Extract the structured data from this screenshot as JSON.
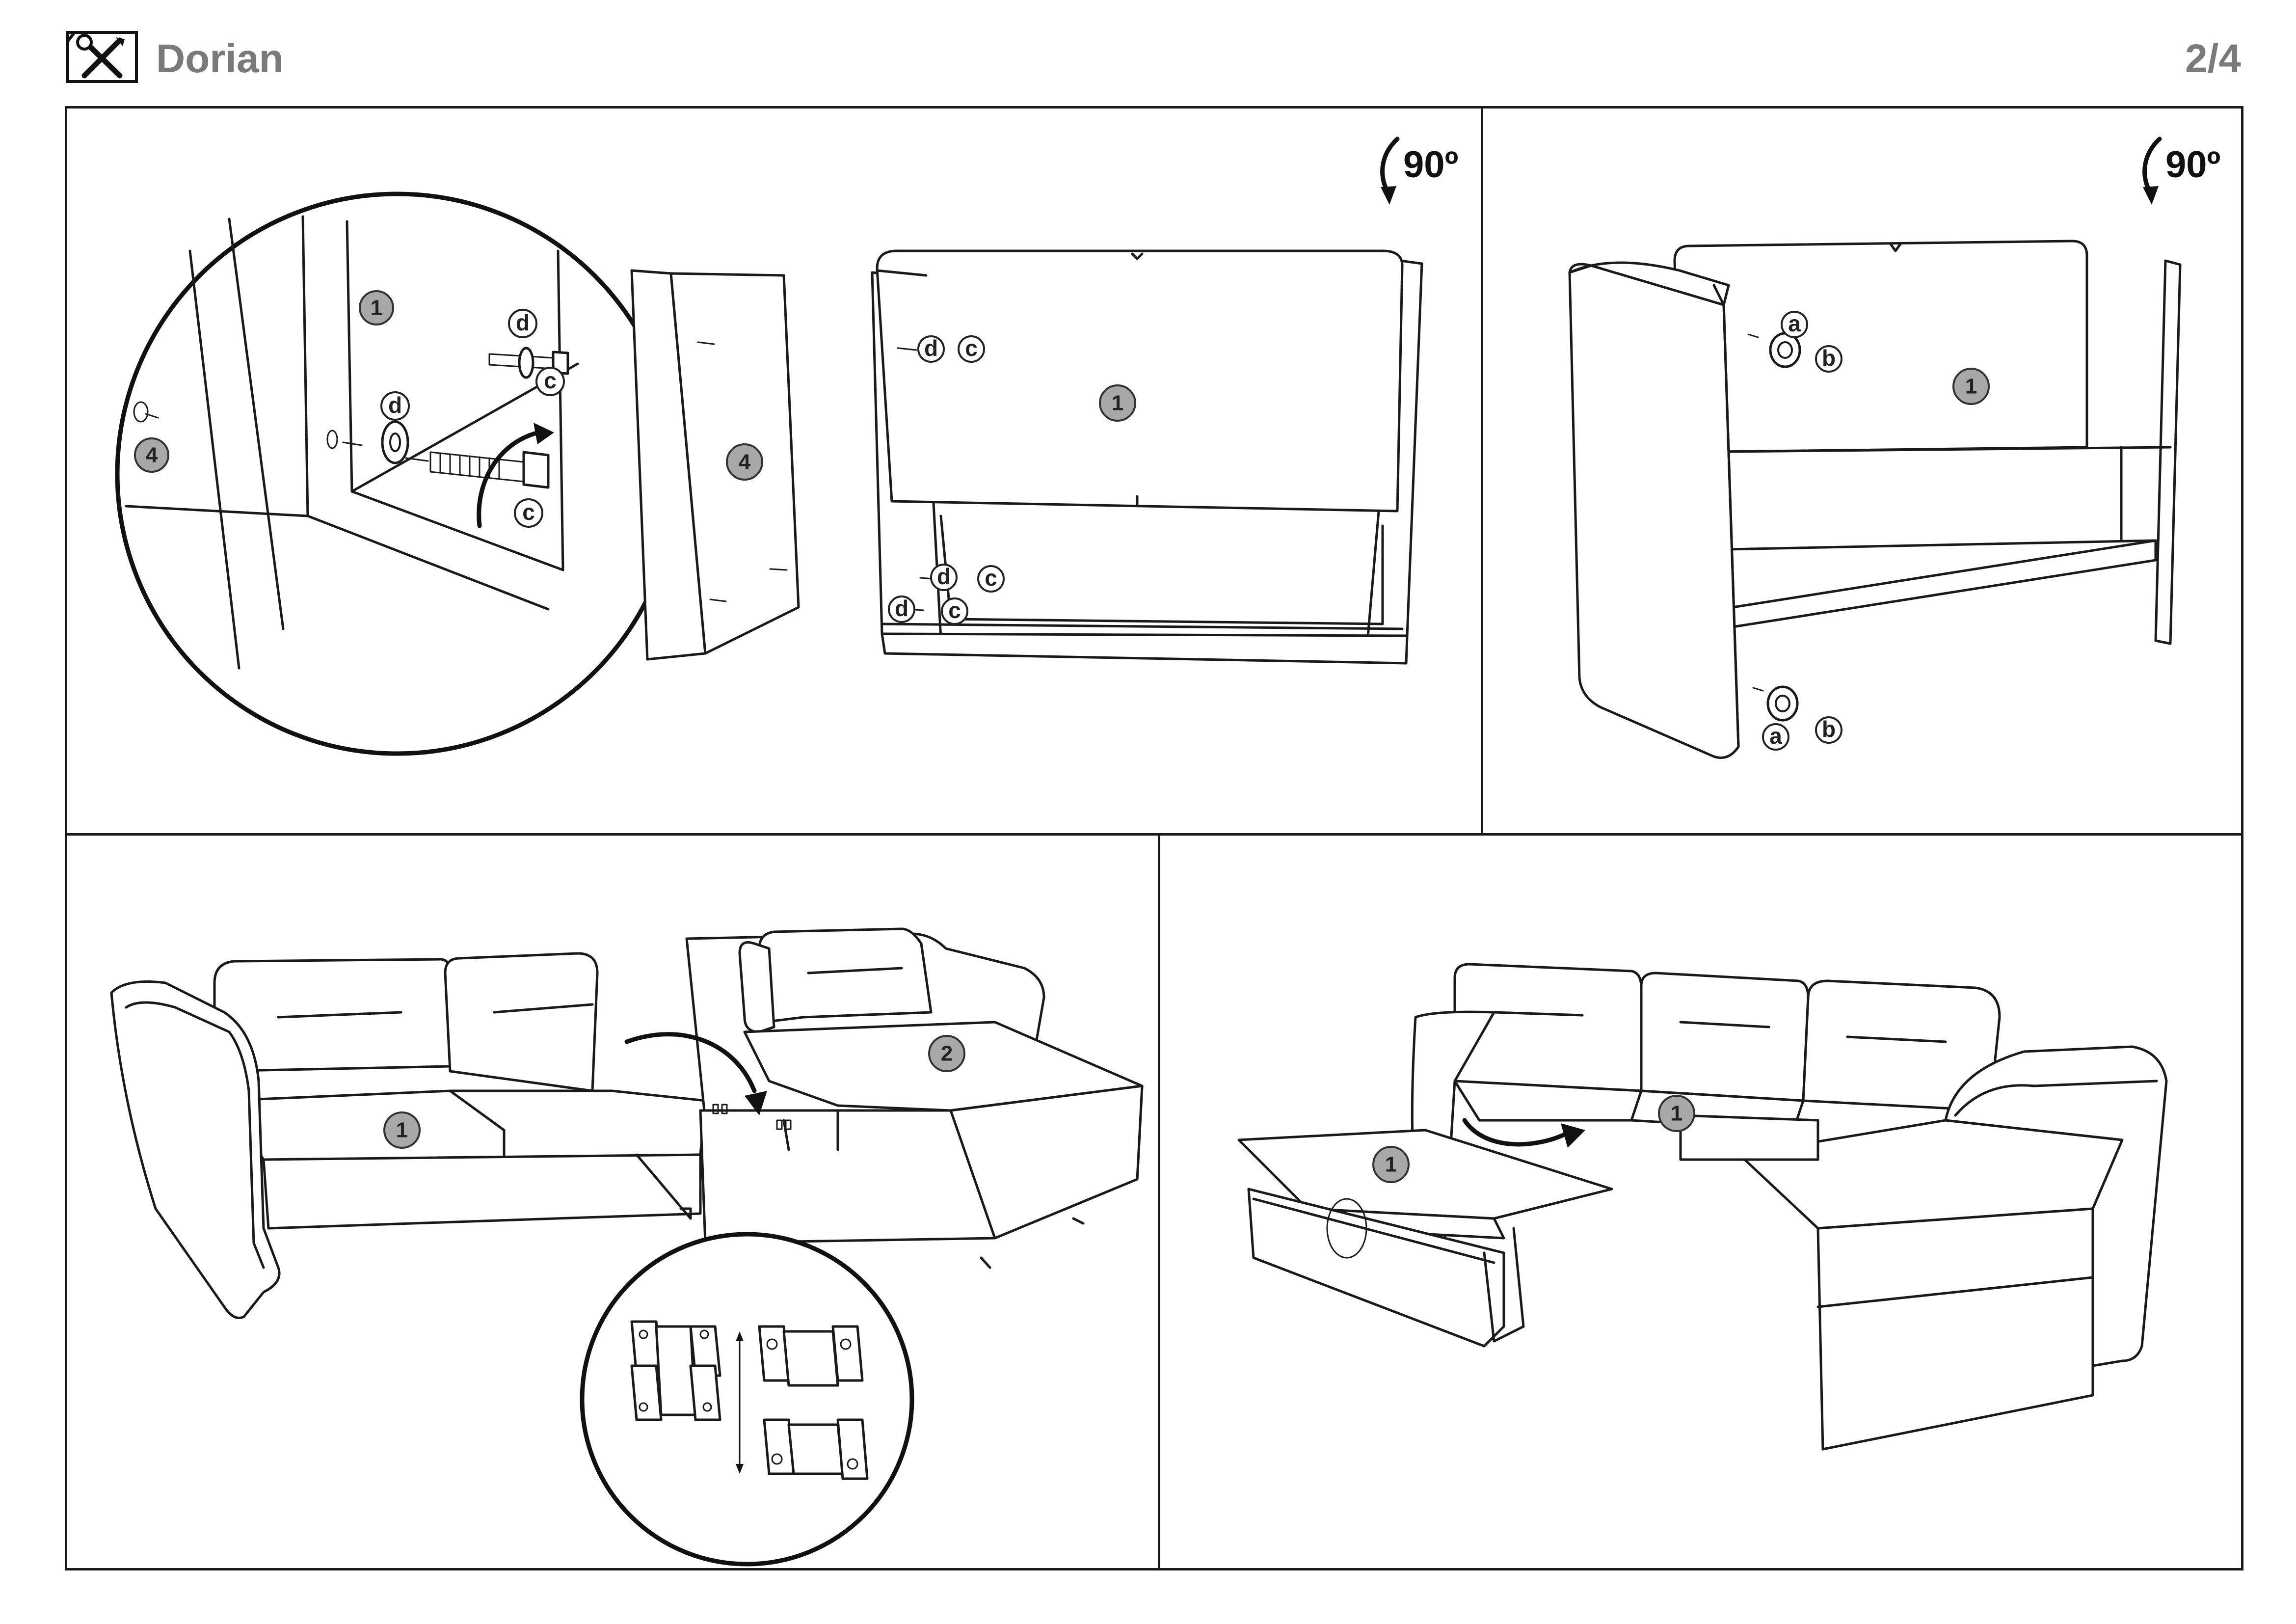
{
  "header": {
    "brand": "Dorian",
    "page": "2/4",
    "logo_icon": "tools-icon"
  },
  "step1": {
    "rotation": "90º",
    "detail_parts": [
      "1",
      "4",
      "d",
      "d",
      "c",
      "c"
    ],
    "main_parts": [
      "1",
      "4",
      "d",
      "c",
      "d",
      "c",
      "d",
      "c"
    ]
  },
  "step2": {
    "rotation": "90º",
    "parts": [
      "1",
      "a",
      "b",
      "a",
      "b"
    ]
  },
  "step3": {
    "parts": [
      "1",
      "2"
    ]
  },
  "step4": {
    "parts": [
      "1",
      "1"
    ]
  },
  "colors": {
    "line": "#1a1a1a",
    "label_fill": "#a8a8a8",
    "header_text": "#7a7a7a"
  }
}
